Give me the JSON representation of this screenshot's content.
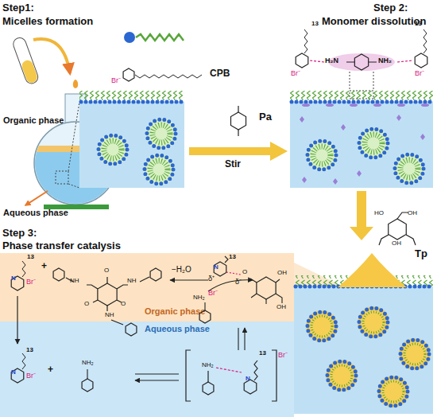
{
  "diagram": {
    "nodes": [
      {
        "text": [
          "Step 3:",
          "Phase transfer catalysis"
        ]
      },
      {
        "text": [
          "Organic phase"
        ],
        "in": 0
      },
      {
        "text": [
          "Aqueous phase"
        ],
        "in": 0
      }
    ],
    "labels": [
      "Step1:",
      "Micelles formation",
      "Br⁻",
      "CPB",
      "Organic phase",
      "Aqueous phase",
      "Pa",
      "Stir",
      "Step 2:",
      "Monomer dissolution",
      "13",
      "13",
      "H₂N",
      "NH₂",
      "Br⁻",
      "Br⁻",
      "Tp",
      "HO",
      "OH",
      "OH",
      "13",
      "N",
      "Br⁻",
      "+",
      "NH",
      "NH",
      "NH",
      "O",
      "O",
      "O",
      "−H₂O",
      "13",
      "N",
      "δ⁺",
      "δ⁻",
      "O",
      "OH",
      "OH",
      "NH₂",
      "Br⁻",
      "13",
      "N",
      "Br⁻",
      "+",
      "NH₂",
      "13",
      "NH₂",
      "N",
      "Br⁻"
    ]
  }
}
